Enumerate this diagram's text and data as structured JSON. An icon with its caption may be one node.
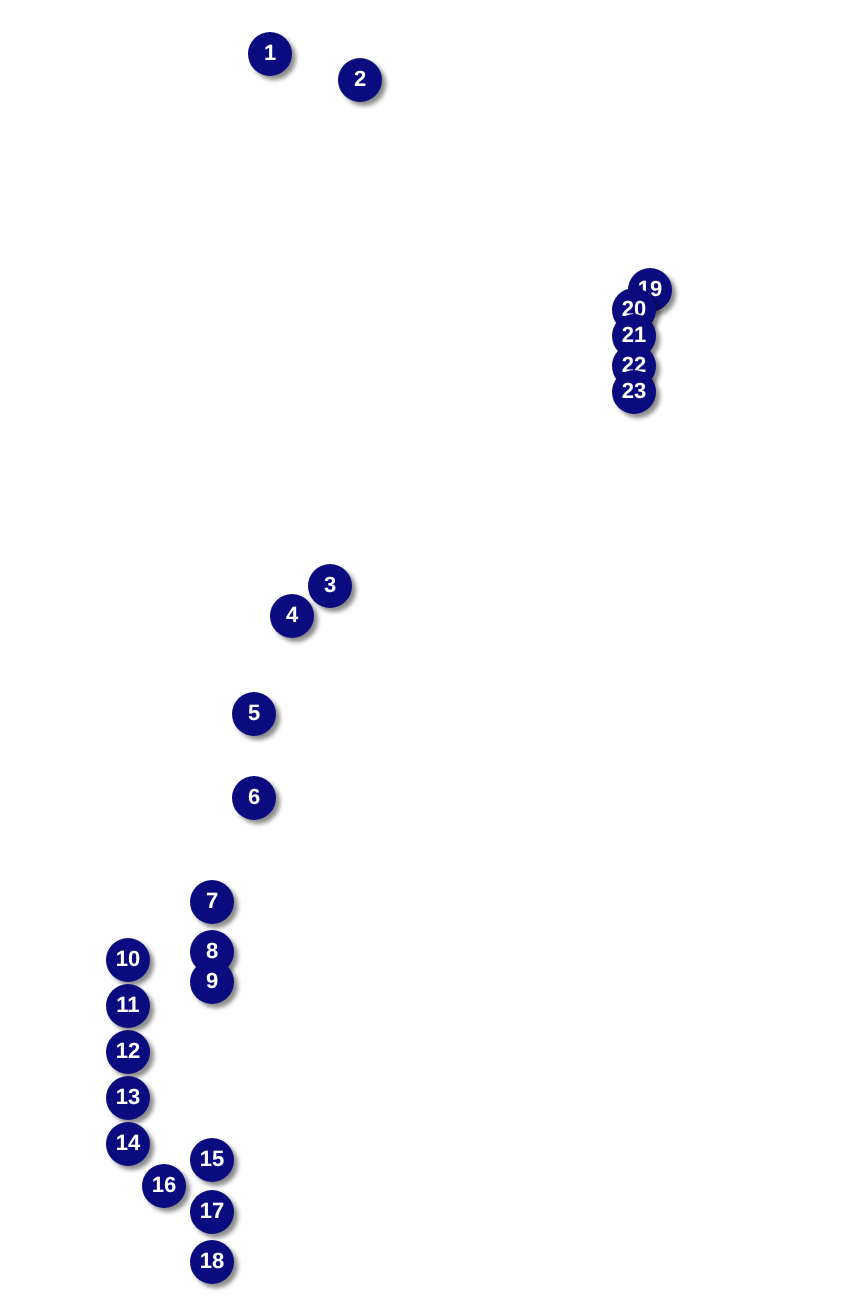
{
  "diagram": {
    "labels": [
      "1",
      "2",
      "3",
      "4",
      "5",
      "6",
      "7",
      "8",
      "9",
      "10",
      "11",
      "12",
      "13",
      "14",
      "15",
      "16",
      "17",
      "18",
      "19",
      "20",
      "21",
      "22",
      "23"
    ]
  }
}
